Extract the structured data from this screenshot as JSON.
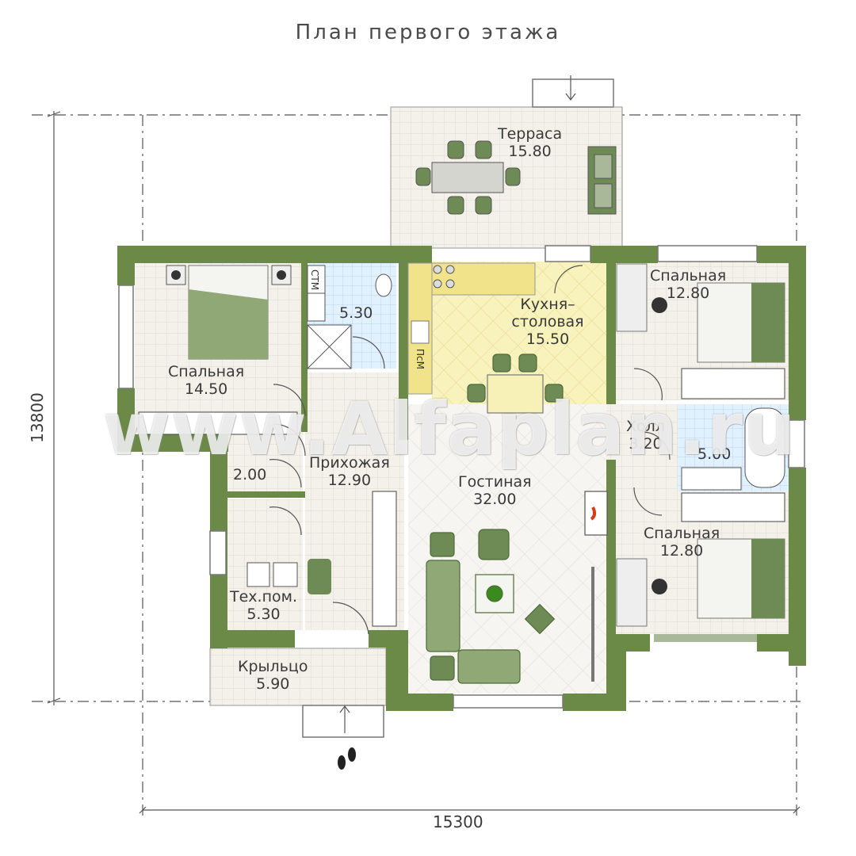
{
  "title": "План первого этажа",
  "dimensions": {
    "width": "15300",
    "height": "13800"
  },
  "watermark": "www.Alfaplan.ru",
  "colors": {
    "wall": "#6b8a47",
    "tile": "#f3efe6",
    "kitchen": "#f7f1b8",
    "bath": "#dcefff",
    "furniture": "#6e8a55"
  },
  "rooms": [
    {
      "name": "Терраса",
      "area": "15.80"
    },
    {
      "name": "Спальная",
      "area": "14.50"
    },
    {
      "name": "",
      "area": "5.30"
    },
    {
      "name": "Кухня– столовая",
      "area": "15.50"
    },
    {
      "name": "Спальная",
      "area": "12.80"
    },
    {
      "name": "Холл",
      "area": "3.20"
    },
    {
      "name": "",
      "area": "5.00"
    },
    {
      "name": "",
      "area": "2.00"
    },
    {
      "name": "Прихожая",
      "area": "12.90"
    },
    {
      "name": "Гостиная",
      "area": "32.00"
    },
    {
      "name": "Спальная",
      "area": "12.80"
    },
    {
      "name": "Тех.пом.",
      "area": "5.30"
    },
    {
      "name": "Крыльцо",
      "area": "5.90"
    }
  ],
  "fixture_labels": {
    "washing_machine": "СТМ",
    "dishwasher": "ПсМ"
  }
}
